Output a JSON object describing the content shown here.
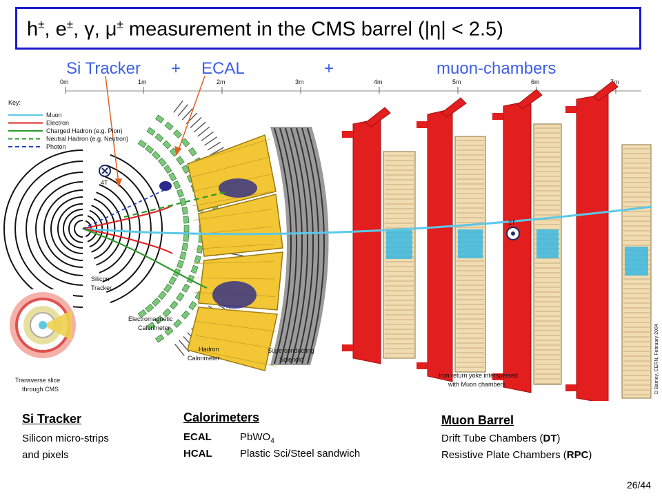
{
  "title": {
    "parts": [
      "h",
      "±",
      ", e",
      "±",
      ", γ, μ",
      "±",
      " measurement in the CMS barrel (|η| < 2.5)"
    ]
  },
  "subtitle": {
    "tracker": "Si Tracker",
    "plus1": "+",
    "ecal": "ECAL",
    "plus2": "+",
    "muon": "muon-chambers"
  },
  "scale": [
    "0m",
    "1m",
    "2m",
    "3m",
    "4m",
    "5m",
    "6m",
    "7m"
  ],
  "key": {
    "heading": "Key:",
    "items": [
      {
        "label": "Muon",
        "color": "#5bc8e8",
        "dash": false
      },
      {
        "label": "Electron",
        "color": "#e02020",
        "dash": false
      },
      {
        "label": "Charged Hadron (e.g. Pion)",
        "color": "#2a9a2a",
        "dash": false
      },
      {
        "label": "Neutral Hadron (e.g. Neutron)",
        "color": "#2a9a2a",
        "dash": true
      },
      {
        "label": "Photon",
        "color": "#2040c0",
        "dash": true
      }
    ]
  },
  "labels": {
    "field4t": "4T",
    "field2t": "2T",
    "silicon": [
      "Silicon",
      "Tracker"
    ],
    "ecal": [
      "Electromagnetic",
      "Calorimeter"
    ],
    "hcal": [
      "Hadron",
      "Calorimeter"
    ],
    "solenoid": [
      "Superconducting",
      "Solenoid"
    ],
    "yoke": [
      "Iron return yoke interspersed",
      "with Muon chambers"
    ],
    "slice": [
      "Transverse slice",
      "through CMS"
    ],
    "credit": "D Barney, CERN, February 2004"
  },
  "sections": {
    "tracker": {
      "heading": "Si Tracker",
      "line1": "Silicon micro-strips",
      "line2": "and pixels"
    },
    "calo": {
      "heading": "Calorimeters",
      "ecal_label": "ECAL",
      "ecal_value": "PbWO",
      "ecal_sub": "4",
      "hcal_label": "HCAL",
      "hcal_value": "Plastic Sci/Steel sandwich"
    },
    "muon": {
      "heading": "Muon Barrel",
      "line1_pre": "Drift Tube Chambers (",
      "line1_b": "DT",
      "line1_post": ")",
      "line2_pre": "Resistive Plate Chambers (",
      "line2_b": "RPC",
      "line2_post": ")"
    }
  },
  "page": "26/44"
}
